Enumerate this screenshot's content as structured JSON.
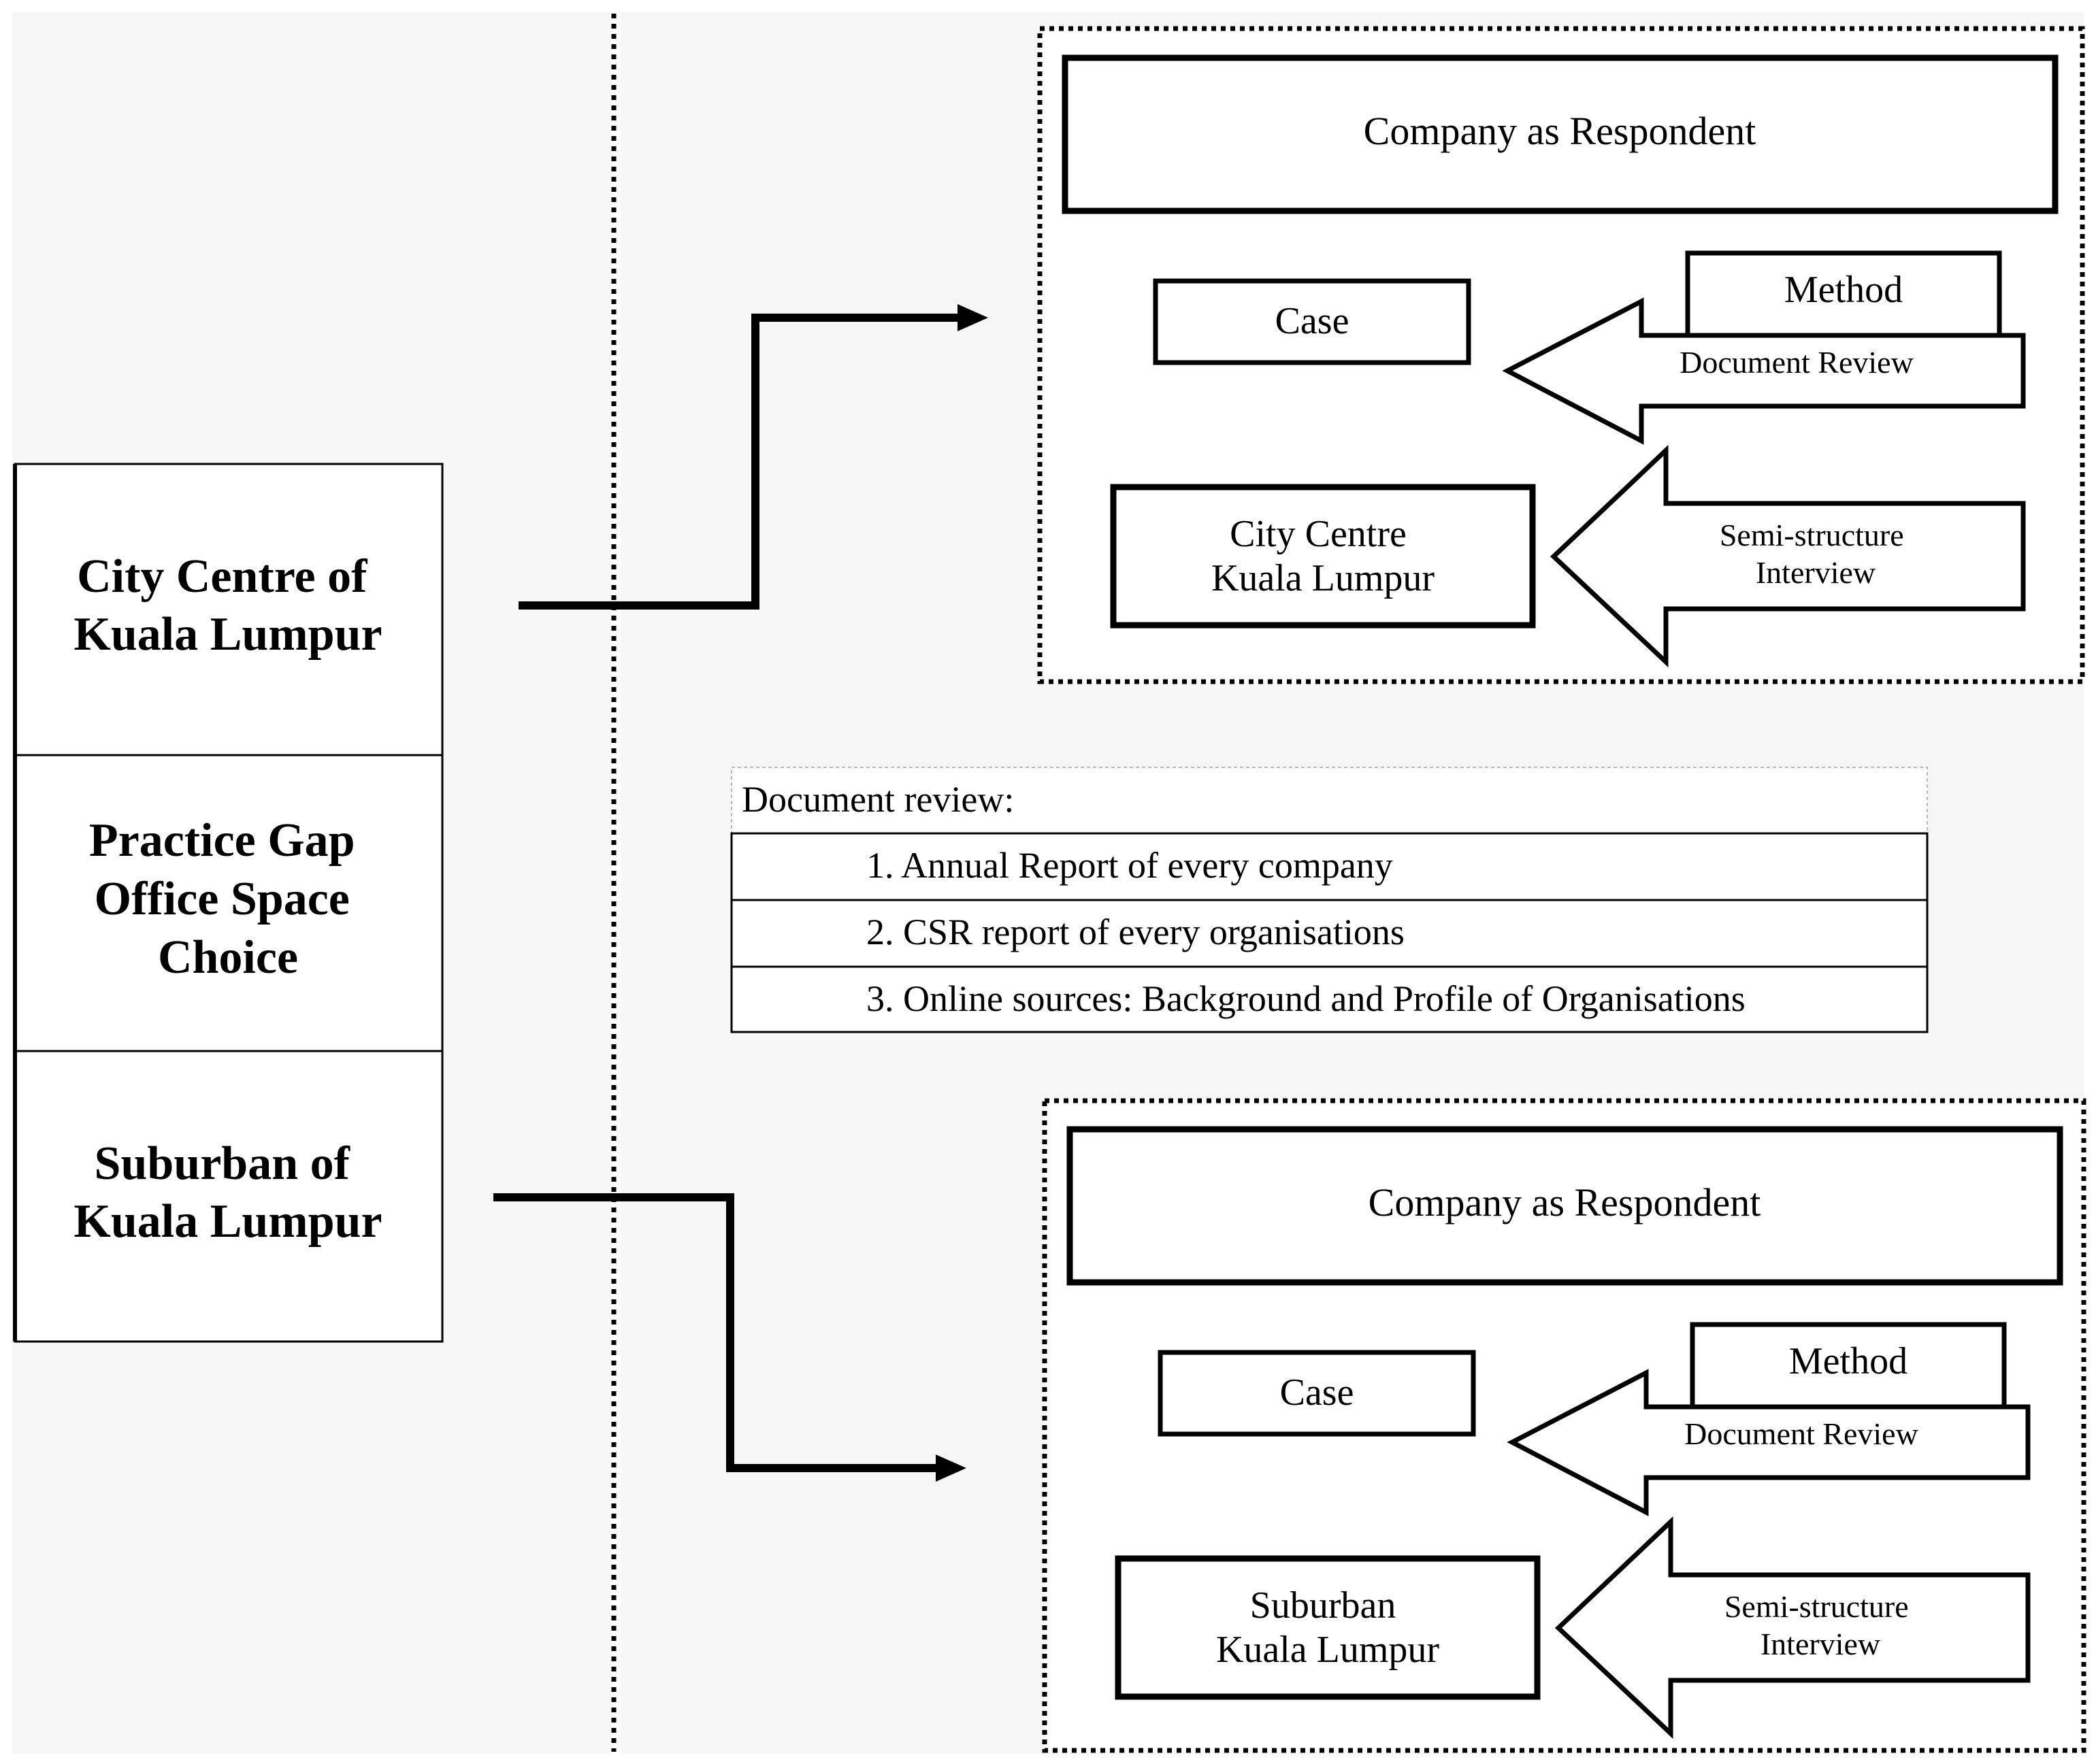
{
  "left_column": {
    "city_centre": [
      "City Centre of",
      "Kuala Lumpur"
    ],
    "practice_gap": [
      "Practice Gap",
      "Office Space",
      "Choice"
    ],
    "suburban": [
      "Suburban of",
      "Kuala Lumpur"
    ]
  },
  "top_panel": {
    "respondent": "Company as Respondent",
    "case_label": "Case",
    "method_label": "Method",
    "doc_review_arrow": "Document Review",
    "case_box": [
      "City Centre",
      "Kuala Lumpur"
    ],
    "interview_arrow": [
      "Semi-structure",
      "Interview"
    ]
  },
  "document_review": {
    "heading": "Document review:",
    "items": [
      "1. Annual Report of every company",
      "2. CSR report of every organisations",
      "3. Online sources: Background and Profile of Organisations"
    ]
  },
  "bottom_panel": {
    "respondent": "Company as Respondent",
    "case_label": "Case",
    "method_label": "Method",
    "doc_review_arrow": "Document Review",
    "case_box": [
      "Suburban",
      "Kuala Lumpur"
    ],
    "interview_arrow": [
      "Semi-structure",
      "Interview"
    ]
  }
}
